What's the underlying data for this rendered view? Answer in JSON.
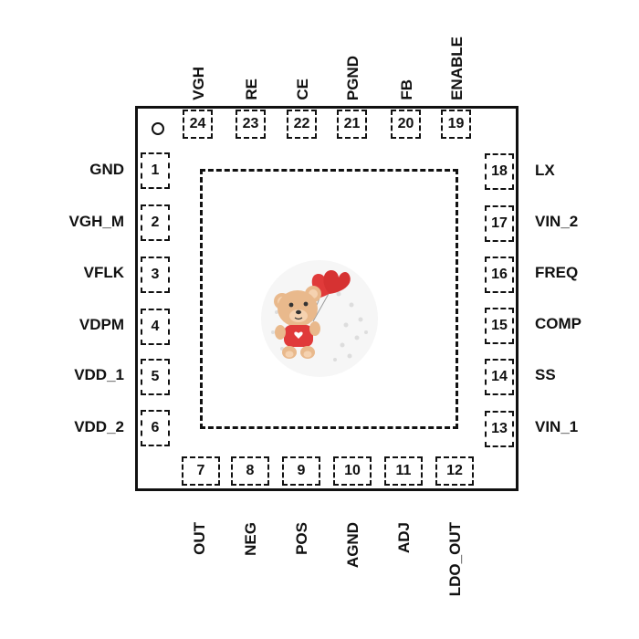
{
  "package": {
    "pins_left": [
      {
        "num": "1",
        "name": "GND"
      },
      {
        "num": "2",
        "name": "VGH_M"
      },
      {
        "num": "3",
        "name": "VFLK"
      },
      {
        "num": "4",
        "name": "VDPM"
      },
      {
        "num": "5",
        "name": "VDD_1"
      },
      {
        "num": "6",
        "name": "VDD_2"
      }
    ],
    "pins_bottom": [
      {
        "num": "7",
        "name": "OUT"
      },
      {
        "num": "8",
        "name": "NEG"
      },
      {
        "num": "9",
        "name": "POS"
      },
      {
        "num": "10",
        "name": "AGND"
      },
      {
        "num": "11",
        "name": "ADJ"
      },
      {
        "num": "12",
        "name": "LDO_OUT"
      }
    ],
    "pins_right": [
      {
        "num": "13",
        "name": "VIN_1"
      },
      {
        "num": "14",
        "name": "SS"
      },
      {
        "num": "15",
        "name": "COMP"
      },
      {
        "num": "16",
        "name": "FREQ"
      },
      {
        "num": "17",
        "name": "VIN_2"
      },
      {
        "num": "18",
        "name": "LX"
      }
    ],
    "pins_top": [
      {
        "num": "19",
        "name": "ENABLE"
      },
      {
        "num": "20",
        "name": "FB"
      },
      {
        "num": "21",
        "name": "PGND"
      },
      {
        "num": "22",
        "name": "CE"
      },
      {
        "num": "23",
        "name": "RE"
      },
      {
        "num": "24",
        "name": "VGH"
      }
    ]
  },
  "colors": {
    "outline": "#111111",
    "heart": "#e03a3a",
    "bear": "#e9b98c"
  }
}
